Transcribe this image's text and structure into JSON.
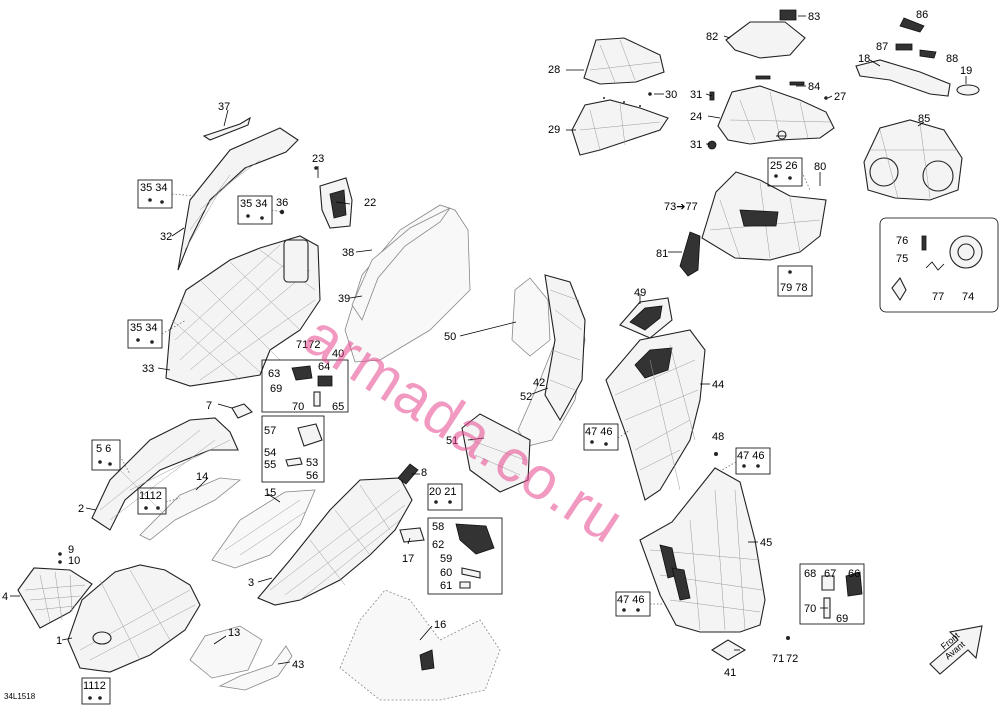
{
  "diagram": {
    "drawing_id": "34L1518",
    "watermark": "armada.co.ru",
    "orientation": {
      "line1": "Front",
      "line2": "Avant"
    },
    "callouts": [
      "1",
      "2",
      "3",
      "4",
      "7",
      "8",
      "13",
      "14",
      "15",
      "16",
      "17",
      "18",
      "19",
      "22",
      "23",
      "24",
      "27",
      "28",
      "29",
      "30",
      "31",
      "31",
      "32",
      "33",
      "36",
      "37",
      "38",
      "39",
      "40",
      "41",
      "42",
      "43",
      "44",
      "45",
      "48",
      "49",
      "50",
      "51",
      "52",
      "65",
      "69",
      "70",
      "70",
      "71",
      "72",
      "74",
      "75",
      "76",
      "77",
      "80",
      "81",
      "82",
      "83",
      "84",
      "85",
      "86",
      "87",
      "88"
    ],
    "groups": [
      {
        "label": "35 34"
      },
      {
        "label": "35 34"
      },
      {
        "label": "35 34"
      },
      {
        "label": "5 6"
      },
      {
        "label": "1112"
      },
      {
        "label": "1112"
      },
      {
        "label": "9"
      },
      {
        "label": "10"
      },
      {
        "label": "20 21"
      },
      {
        "label": "47 46"
      },
      {
        "label": "47 46"
      },
      {
        "label": "47 46"
      },
      {
        "label": "25 26"
      },
      {
        "label": "79 78"
      },
      {
        "label": "63"
      },
      {
        "label": "64"
      },
      {
        "label": "57"
      },
      {
        "label": "54"
      },
      {
        "label": "55"
      },
      {
        "label": "53"
      },
      {
        "label": "56"
      },
      {
        "label": "58"
      },
      {
        "label": "62"
      },
      {
        "label": "59"
      },
      {
        "label": "60"
      },
      {
        "label": "61"
      },
      {
        "label": "68"
      },
      {
        "label": "67"
      },
      {
        "label": "66"
      },
      {
        "label": "69"
      }
    ],
    "arrow_label": "73➔77",
    "wheel_parts_label": "7172"
  }
}
